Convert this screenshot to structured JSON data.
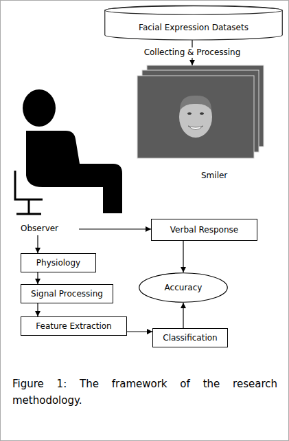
{
  "diagram": {
    "caption": "Figure 1: The framework of the research methodology.",
    "nodes": [
      {
        "text": [
          "Facial Expression Datasets"
        ]
      },
      {
        "text": [
          "Smiler"
        ]
      },
      {
        "text": [
          "Observer"
        ]
      },
      {
        "text": [
          "Verbal Response"
        ]
      },
      {
        "text": [
          "Physiology"
        ]
      },
      {
        "text": [
          "Signal Processing"
        ]
      },
      {
        "text": [
          "Feature Extraction"
        ]
      },
      {
        "text": [
          "Accuracy"
        ]
      },
      {
        "text": [
          "Classification"
        ]
      }
    ],
    "edges": [
      {
        "from": 0,
        "to": 1,
        "arrow": "to",
        "label": "Collecting & Processing"
      },
      {
        "from": 2,
        "to": 3,
        "arrow": "to"
      },
      {
        "from": 2,
        "to": 4,
        "arrow": "to"
      },
      {
        "from": 4,
        "to": 5,
        "arrow": "to"
      },
      {
        "from": 5,
        "to": 6,
        "arrow": "to"
      },
      {
        "from": 6,
        "to": 8,
        "arrow": "to"
      },
      {
        "from": 8,
        "to": 7,
        "arrow": "to"
      },
      {
        "from": 3,
        "to": 7,
        "arrow": "to"
      }
    ]
  }
}
